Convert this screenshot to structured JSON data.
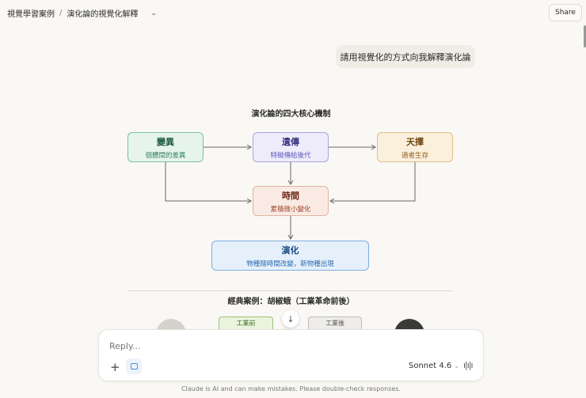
{
  "header": {
    "project": "視覺學習案例",
    "chat_title": "演化論的視覺化解釋",
    "share_label": "Share"
  },
  "user_message": "請用視覺化的方式向我解釋演化論",
  "diagram": {
    "title": "演化論的四大核心機制",
    "nodes": [
      {
        "title": "變異",
        "subtitle": "個體間的差異",
        "color": "#e6f4ed"
      },
      {
        "title": "遺傳",
        "subtitle": "特徵傳給後代",
        "color": "#eeecfb"
      },
      {
        "title": "天擇",
        "subtitle": "適者生存",
        "color": "#fbf0dc"
      },
      {
        "title": "時間",
        "subtitle": "累積微小變化",
        "color": "#f9ebe4"
      },
      {
        "title": "演化",
        "subtitle": "物種隨時間改變，新物種出現",
        "color": "#e5f0fb"
      }
    ]
  },
  "case": {
    "title": "經典案例：胡椒蛾（工業革命前後）",
    "before_label": "工業前",
    "after_label": "工業後"
  },
  "composer": {
    "placeholder": "Reply...",
    "model": "Sonnet 4.6"
  },
  "footer": "Claude is AI and can make mistakes. Please double-check responses."
}
